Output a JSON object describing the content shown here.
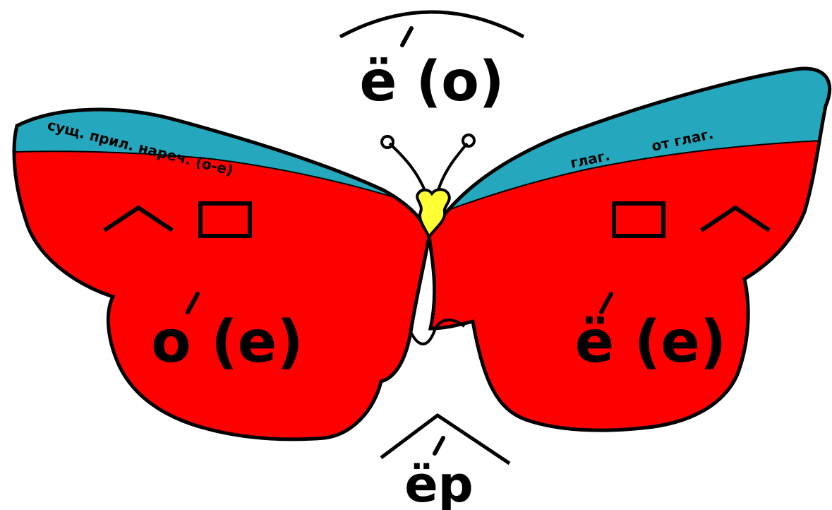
{
  "top": {
    "text": "ё (о)"
  },
  "left_wing": {
    "band_text": "сущ. прил. нареч. (о-е)",
    "big_text": "о (е)"
  },
  "right_wing": {
    "band_text_1": "глаг.",
    "band_text_2": "от глаг.",
    "big_text": "ё (е)"
  },
  "bottom": {
    "text": "ёр"
  },
  "colors": {
    "wing": "#ff0000",
    "band": "#25a8be",
    "body": "#ffff33",
    "outline": "#000000",
    "background": "#ffffff"
  }
}
